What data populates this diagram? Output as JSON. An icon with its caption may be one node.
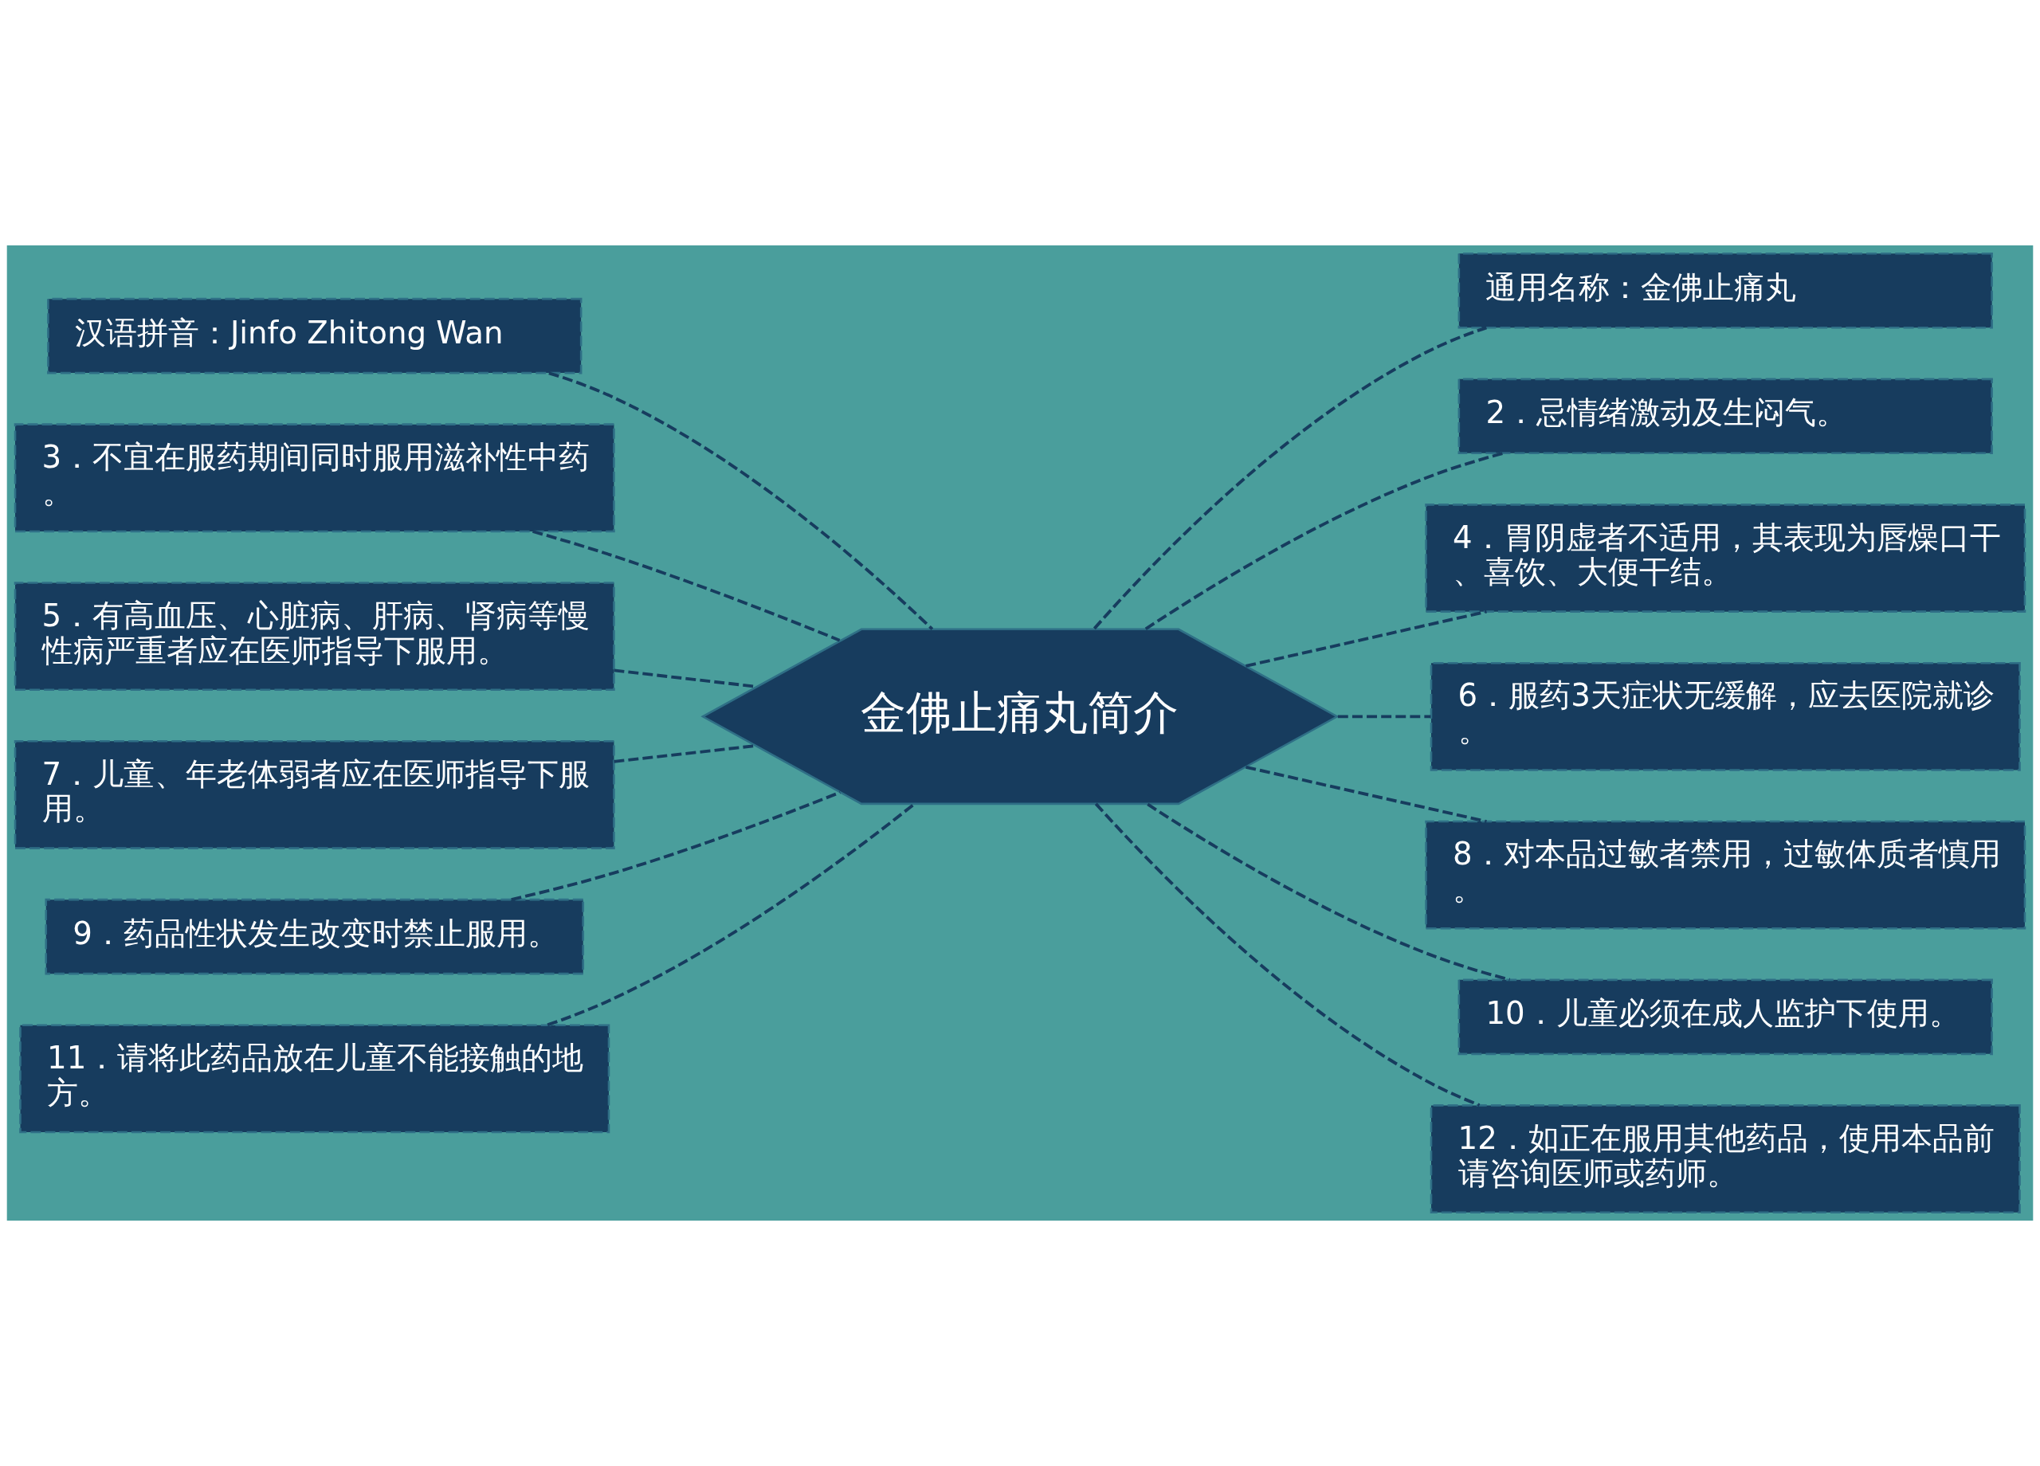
{
  "diagram": {
    "nodes": [
      {
        "text": [
          "金佛止痛丸简介"
        ]
      },
      {
        "text": [
          "汉语拼音：Jinfo Zhitong Wan"
        ]
      },
      {
        "text": [
          "3．不宜在服药期间同时服用滋补性中药。"
        ]
      },
      {
        "text": [
          "5．有高血压、心脏病、肝病、肾病等慢性病严重者应在医师指导下服用。"
        ]
      },
      {
        "text": [
          "7．儿童、年老体弱者应在医师指导下服用。"
        ]
      },
      {
        "text": [
          "9．药品性状发生改变时禁止服用。"
        ]
      },
      {
        "text": [
          "11．请将此药品放在儿童不能接触的地方。"
        ]
      },
      {
        "text": [
          "通用名称：金佛止痛丸"
        ]
      },
      {
        "text": [
          "2．忌情绪激动及生闷气。"
        ]
      },
      {
        "text": [
          "4．胃阴虚者不适用，其表现为唇燥口干、喜饮、大便干结。"
        ]
      },
      {
        "text": [
          "6．服药3天症状无缓解，应去医院就诊。"
        ]
      },
      {
        "text": [
          "8．对本品过敏者禁用，过敏体质者慎用。"
        ]
      },
      {
        "text": [
          "10．儿童必须在成人监护下使用。"
        ]
      },
      {
        "text": [
          "12．如正在服用其他药品，使用本品前请咨询医师或药师。"
        ]
      }
    ],
    "edges": [
      {
        "from": 0,
        "to": 1,
        "arrow": "none",
        "style": "dashed"
      },
      {
        "from": 0,
        "to": 2,
        "arrow": "none",
        "style": "dashed"
      },
      {
        "from": 0,
        "to": 3,
        "arrow": "none",
        "style": "dashed"
      },
      {
        "from": 0,
        "to": 4,
        "arrow": "none",
        "style": "dashed"
      },
      {
        "from": 0,
        "to": 5,
        "arrow": "none",
        "style": "dashed"
      },
      {
        "from": 0,
        "to": 6,
        "arrow": "none",
        "style": "dashed"
      },
      {
        "from": 0,
        "to": 7,
        "arrow": "none",
        "style": "dashed"
      },
      {
        "from": 0,
        "to": 8,
        "arrow": "none",
        "style": "dashed"
      },
      {
        "from": 0,
        "to": 9,
        "arrow": "none",
        "style": "dashed"
      },
      {
        "from": 0,
        "to": 10,
        "arrow": "none",
        "style": "dashed"
      },
      {
        "from": 0,
        "to": 11,
        "arrow": "none",
        "style": "dashed"
      },
      {
        "from": 0,
        "to": 12,
        "arrow": "none",
        "style": "dashed"
      },
      {
        "from": 0,
        "to": 13,
        "arrow": "none",
        "style": "dashed"
      }
    ]
  }
}
